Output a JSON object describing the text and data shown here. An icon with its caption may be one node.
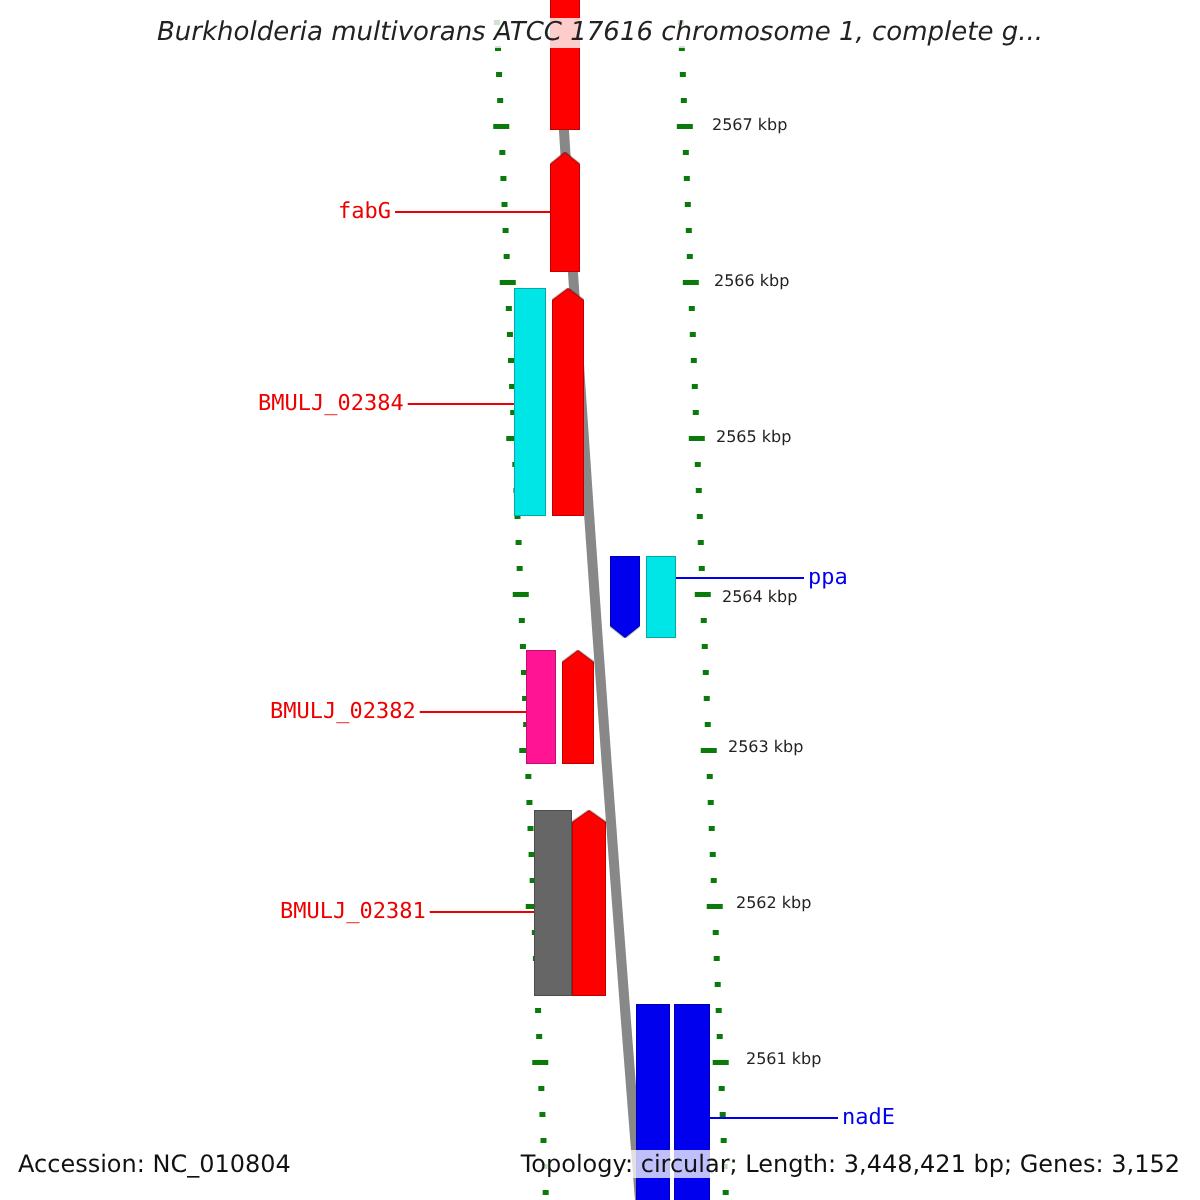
{
  "diagram": {
    "title": "Burkholderia multivorans ATCC 17616 chromosome 1, complete g...",
    "nodes": [
      {
        "text": [],
        "shape": "bar"
      },
      {
        "text": [
          "fabG"
        ]
      },
      {
        "text": [],
        "shape": "bar"
      },
      {
        "text": [
          "BMULJ_02384"
        ]
      },
      {
        "text": [],
        "shape": "bar"
      },
      {
        "text": [],
        "shape": "bar"
      },
      {
        "text": [],
        "shape": "bar"
      },
      {
        "text": [],
        "shape": "bar"
      },
      {
        "text": [
          "ppa"
        ]
      },
      {
        "text": [
          "BMULJ_02382"
        ]
      },
      {
        "text": [],
        "shape": "bar"
      },
      {
        "text": [],
        "shape": "bar"
      },
      {
        "text": [
          "BMULJ_02381"
        ]
      },
      {
        "text": [],
        "shape": "bar"
      },
      {
        "text": [],
        "shape": "bar"
      },
      {
        "text": [],
        "shape": "bar"
      },
      {
        "text": [],
        "shape": "bar"
      },
      {
        "text": [
          "nadE"
        ]
      }
    ],
    "edges": [
      {
        "from": 1,
        "to": 2,
        "arrow": "none"
      },
      {
        "from": 3,
        "to": 4,
        "arrow": "none"
      },
      {
        "from": 8,
        "to": 7,
        "arrow": "none",
        "color": "#0000ee"
      },
      {
        "from": 9,
        "to": 10,
        "arrow": "none"
      },
      {
        "from": 12,
        "to": 13,
        "arrow": "none"
      },
      {
        "from": 17,
        "to": 16,
        "arrow": "none",
        "color": "#0000ee"
      }
    ],
    "labels": [
      "2567 kbp",
      "2566 kbp",
      "2565 kbp",
      "2564 kbp",
      "2563 kbp",
      "2562 kbp",
      "2561 kbp",
      "Accession: NC_010804",
      "Topology: circular; Length: 3,448,421 bp; Genes: 3,152"
    ]
  }
}
